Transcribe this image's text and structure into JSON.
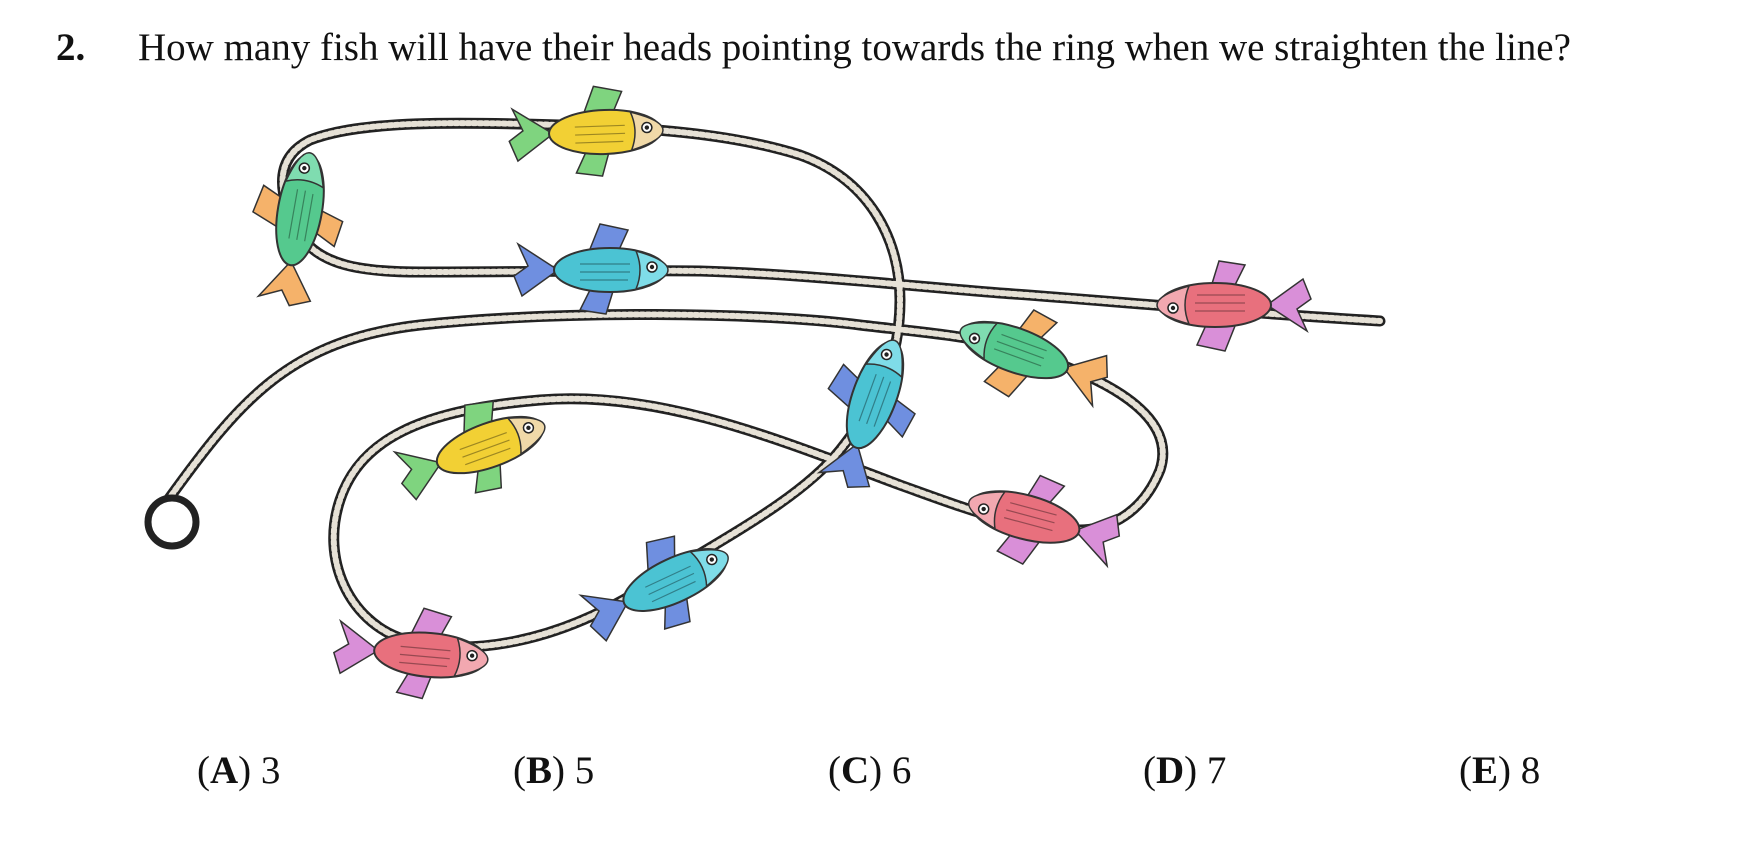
{
  "question": {
    "number": "2.",
    "text": "How many fish will have their heads pointing towards the ring when we straighten the line?"
  },
  "figure": {
    "fish": [
      {
        "color": "#f2d034",
        "fin": "#7fd47f",
        "head": "#f0d9a8"
      },
      {
        "color": "#55c98e",
        "fin": "#f5b26a",
        "head": "#7fdcb0"
      },
      {
        "color": "#4bc3d3",
        "fin": "#6f8fe0",
        "head": "#7fdce8"
      },
      {
        "color": "#e8707d",
        "fin": "#d98fd8",
        "head": "#f2a8b0"
      },
      {
        "color": "#55c98e",
        "fin": "#f5b26a",
        "head": "#7fdcb0"
      },
      {
        "color": "#4bc3d3",
        "fin": "#6f8fe0",
        "head": "#7fdce8"
      },
      {
        "color": "#f2d034",
        "fin": "#7fd47f",
        "head": "#f0d9a8"
      },
      {
        "color": "#e8707d",
        "fin": "#d98fd8",
        "head": "#f2a8b0"
      },
      {
        "color": "#4bc3d3",
        "fin": "#6f8fe0",
        "head": "#7fdce8"
      },
      {
        "color": "#e8707d",
        "fin": "#d98fd8",
        "head": "#f2a8b0"
      }
    ]
  },
  "choices": [
    {
      "letter": "A",
      "value": "3"
    },
    {
      "letter": "B",
      "value": "5"
    },
    {
      "letter": "C",
      "value": "6"
    },
    {
      "letter": "D",
      "value": "7"
    },
    {
      "letter": "E",
      "value": "8"
    }
  ]
}
